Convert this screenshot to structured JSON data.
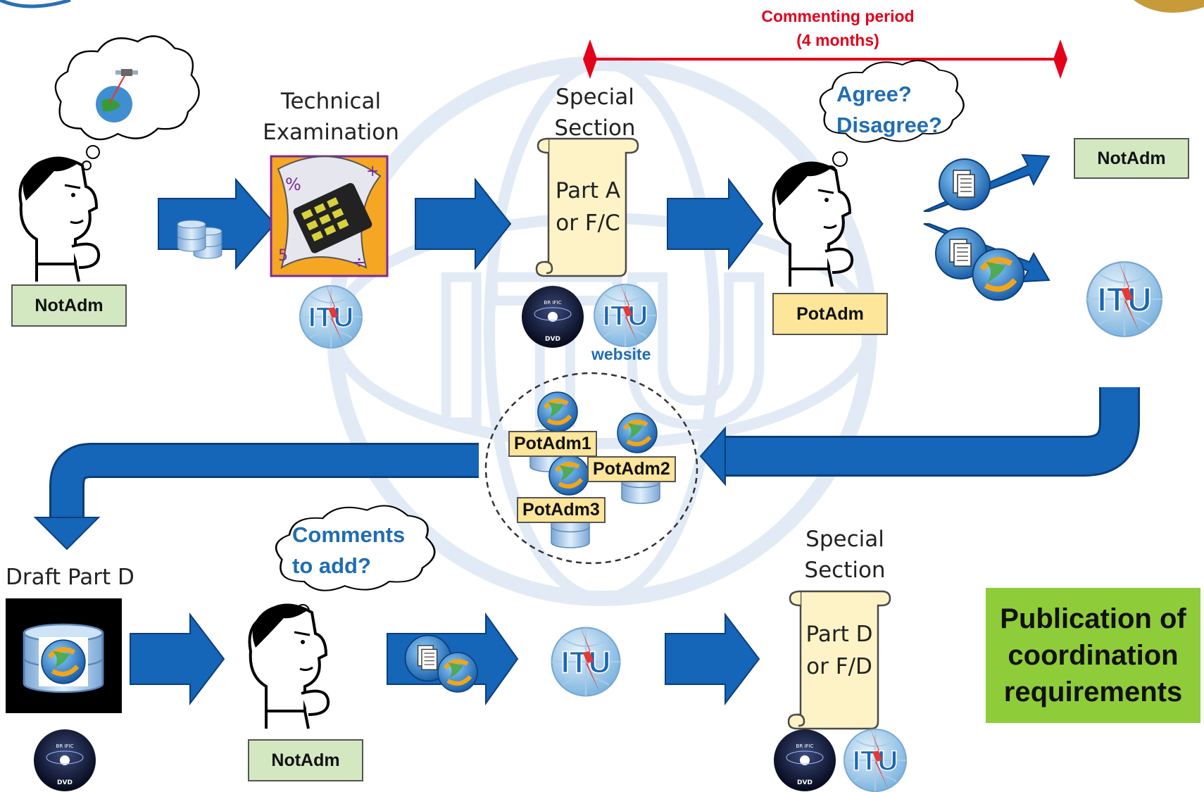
{
  "commenting": {
    "line1": "Commenting period",
    "line2": "(4 months)"
  },
  "tech_exam": {
    "line1": "Technical",
    "line2": "Examination"
  },
  "special_section_top": {
    "line1": "Special",
    "line2": "Section",
    "scroll_line1": "Part A",
    "scroll_line2": "or F/C"
  },
  "special_section_bottom": {
    "line1": "Special",
    "line2": "Section",
    "scroll_line1": "Part D",
    "scroll_line2": "or F/D"
  },
  "thought_agree": {
    "line1": "Agree?",
    "line2": "Disagree?"
  },
  "thought_comments": {
    "line1": "Comments",
    "line2": "to add?"
  },
  "boxes": {
    "notadm_top_left": "NotAdm",
    "potadm": "PotAdm",
    "notadm_top_right": "NotAdm",
    "notadm_bottom": "NotAdm"
  },
  "db_labels": [
    "PotAdm1",
    "PotAdm2",
    "PotAdm3"
  ],
  "website": "website",
  "draft_part_d": "Draft Part D",
  "publication": {
    "line1": "Publication of",
    "line2": "coordination",
    "line3": "requirements"
  },
  "itu": "ITU",
  "colors": {
    "arrow": "#1565b8",
    "red": "#e3001b",
    "blue_text": "#1f6db4",
    "green_box": "#d3e8c0",
    "yellow_box": "#fde59a",
    "pub_box": "#8fcc39"
  }
}
